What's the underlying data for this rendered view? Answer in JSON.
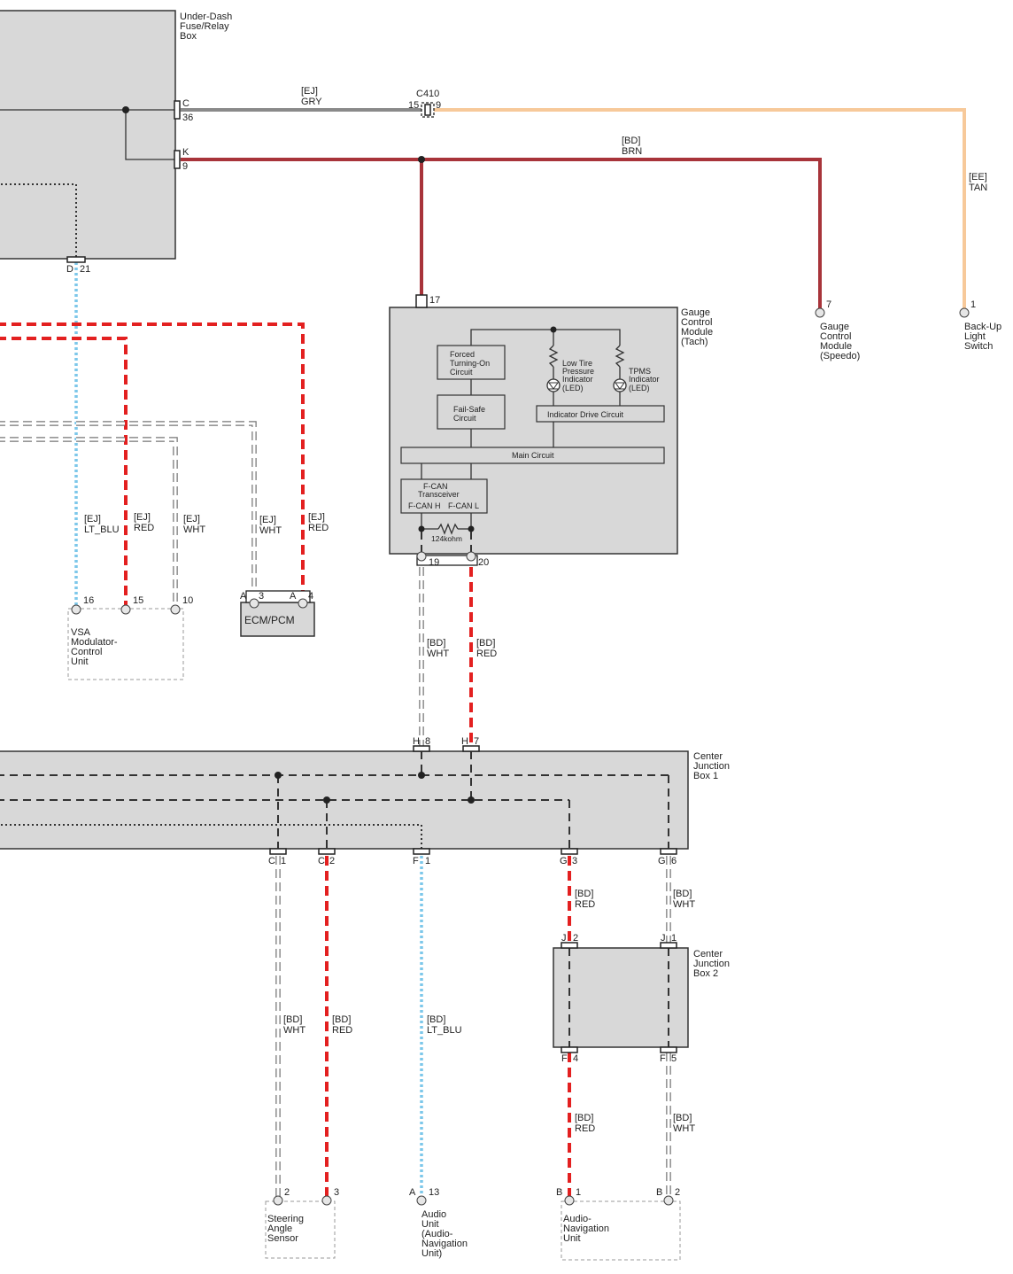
{
  "components": {
    "fuse_box": [
      "Under-Dash",
      "Fuse/Relay",
      "Box"
    ],
    "gauge_tach": [
      "Gauge",
      "Control",
      "Module",
      "(Tach)"
    ],
    "gauge_speedo": [
      "Gauge",
      "Control",
      "Module",
      "(Speedo)"
    ],
    "backup_switch": [
      "Back-Up",
      "Light",
      "Switch"
    ],
    "cjb1": [
      "Center",
      "Junction",
      "Box 1"
    ],
    "cjb2": [
      "Center",
      "Junction",
      "Box 2"
    ],
    "vsa": [
      "VSA",
      "Modulator-",
      "Control",
      "Unit"
    ],
    "ecm": "ECM/PCM",
    "steering": [
      "Steering",
      "Angle",
      "Sensor"
    ],
    "audio": [
      "Audio",
      "Unit",
      "(Audio-",
      "Navigation",
      "Unit)"
    ],
    "audio_nav": [
      "Audio-",
      "Navigation",
      "Unit"
    ]
  },
  "internal": {
    "forced": [
      "Forced",
      "Turning-On",
      "Circuit"
    ],
    "failsafe": [
      "Fail-Safe",
      "Circuit"
    ],
    "low_tire": [
      "Low Tire",
      "Pressure",
      "Indicator",
      "(LED)"
    ],
    "tpms": [
      "TPMS",
      "Indicator",
      "(LED)"
    ],
    "indicator_drive": "Indicator Drive Circuit",
    "main_circuit": "Main Circuit",
    "fcan": [
      "F-CAN",
      "Transceiver"
    ],
    "fcan_h": "F-CAN H",
    "fcan_l": "F-CAN L",
    "resistor": "124kohm"
  },
  "wires": {
    "gry": [
      "[EJ]",
      "GRY"
    ],
    "brn": [
      "[BD]",
      "BRN"
    ],
    "tan": [
      "[EE]",
      "TAN"
    ],
    "vsa_blu": [
      "[EJ]",
      "LT_BLU"
    ],
    "vsa_red": [
      "[EJ]",
      "RED"
    ],
    "vsa_wht": [
      "[EJ]",
      "WHT"
    ],
    "ecm_wht": [
      "[EJ]",
      "WHT"
    ],
    "ecm_red": [
      "[EJ]",
      "RED"
    ],
    "gcm_wht": [
      "[BD]",
      "WHT"
    ],
    "gcm_red": [
      "[BD]",
      "RED"
    ],
    "sas_wht": [
      "[BD]",
      "WHT"
    ],
    "sas_red": [
      "[BD]",
      "RED"
    ],
    "au_blu": [
      "[BD]",
      "LT_BLU"
    ],
    "cjb2_red": [
      "[BD]",
      "RED"
    ],
    "cjb2_wht": [
      "[BD]",
      "WHT"
    ],
    "nav_red": [
      "[BD]",
      "RED"
    ],
    "nav_wht": [
      "[BD]",
      "WHT"
    ]
  },
  "pins": {
    "fuse_c": "C",
    "fuse_36": "36",
    "fuse_k": "K",
    "fuse_9": "9",
    "fuse_d": "D",
    "fuse_21": "21",
    "c410": "C410",
    "c410_15": "15",
    "c410_9": "9",
    "gcm_17": "17",
    "gcm_19": "19",
    "gcm_20": "20",
    "speedo_7": "7",
    "backup_1": "1",
    "vsa_16": "16",
    "vsa_15": "15",
    "vsa_10": "10",
    "ecm_a1": "A",
    "ecm_3": "3",
    "ecm_a2": "A",
    "ecm_4": "4",
    "h1": "H",
    "h8": "8",
    "h2": "H",
    "h7": "7",
    "c1a": "C",
    "c1b": "1",
    "c2a": "C",
    "c2b": "2",
    "f1a": "F",
    "f1b": "1",
    "g3a": "G",
    "g3b": "3",
    "g6a": "G",
    "g6b": "6",
    "j2a": "J",
    "j2b": "2",
    "j1a": "J",
    "j1b": "1",
    "f4a": "F",
    "f4b": "4",
    "f5a": "F",
    "f5b": "5",
    "sas_2": "2",
    "sas_3": "3",
    "au_a": "A",
    "au_13": "13",
    "nav_b1": "B",
    "nav_1": "1",
    "nav_b2": "B",
    "nav_2": "2"
  },
  "colors": {
    "red": "#e32020",
    "lt_blu": "#7cc7ea",
    "gry": "#8a8a8a",
    "brn": "#a8343a",
    "tan": "#f7c99a",
    "box_fill": "#d8d8d8"
  }
}
